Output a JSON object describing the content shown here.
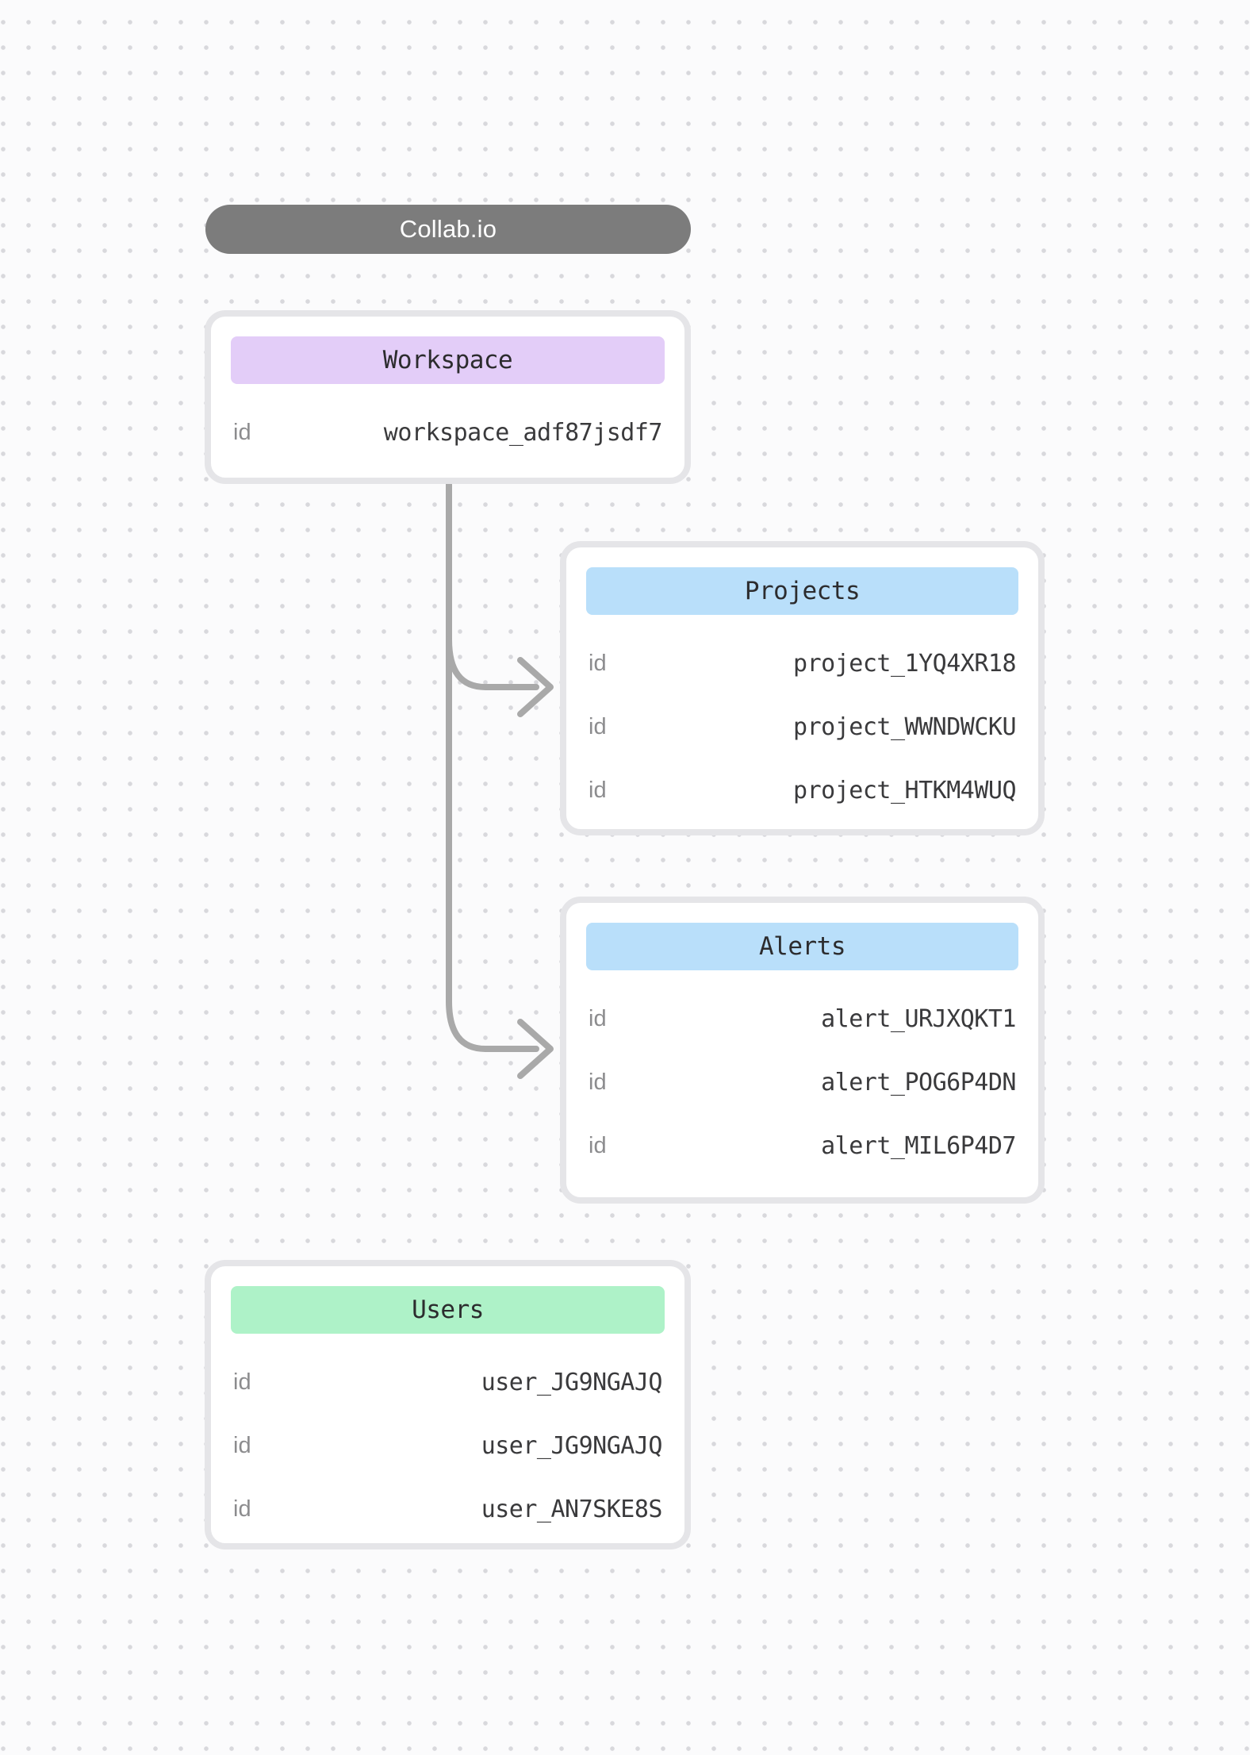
{
  "app": {
    "title": "Collab.io"
  },
  "theme": {
    "pill_bg": "#7c7c7c",
    "connector_color": "#a9a9a9",
    "workspace_header_bg": "#e3cdf8",
    "projects_header_bg": "#b9dffa",
    "alerts_header_bg": "#b9dffa",
    "users_header_bg": "#aef2c8"
  },
  "tables": [
    {
      "title": "Workspace",
      "rows": [
        {
          "label": "id",
          "value": "workspace_adf87jsdf7"
        }
      ]
    },
    {
      "title": "Projects",
      "rows": [
        {
          "label": "id",
          "value": "project_1YQ4XR18"
        },
        {
          "label": "id",
          "value": "project_WWNDWCKU"
        },
        {
          "label": "id",
          "value": "project_HTKM4WUQ"
        }
      ]
    },
    {
      "title": "Alerts",
      "rows": [
        {
          "label": "id",
          "value": "alert_URJXQKT1"
        },
        {
          "label": "id",
          "value": "alert_POG6P4DN"
        },
        {
          "label": "id",
          "value": "alert_MIL6P4D7"
        }
      ]
    },
    {
      "title": "Users",
      "rows": [
        {
          "label": "id",
          "value": "user_JG9NGAJQ"
        },
        {
          "label": "id",
          "value": "user_JG9NGAJQ"
        },
        {
          "label": "id",
          "value": "user_AN7SKE8S"
        }
      ]
    }
  ]
}
